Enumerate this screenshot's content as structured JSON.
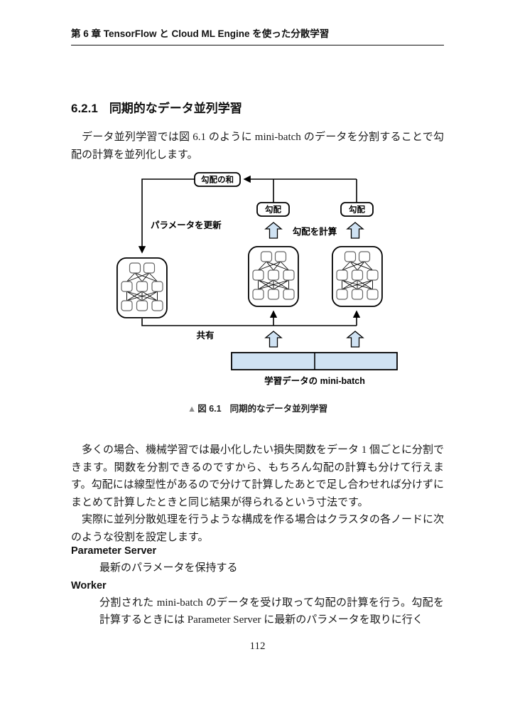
{
  "page": {
    "header": "第 6 章 TensorFlow と Cloud ML Engine を使った分散学習",
    "page_number": "112"
  },
  "section": {
    "number": "6.2.1",
    "title": "同期的なデータ並列学習"
  },
  "paragraphs": {
    "intro": "データ並列学習では図 6.1 のように mini-batch のデータを分割することで勾配の計算を並列化します。",
    "body1": "多くの場合、機械学習では最小化したい損失関数をデータ 1 個ごとに分割できます。関数を分割できるのですから、もちろん勾配の計算も分けて行えます。勾配には線型性があるので分けて計算したあとで足し合わせれば分けずにまとめて計算したときと同じ結果が得られるという寸法です。",
    "body2": "実際に並列分散処理を行うような構成を作る場合はクラスタの各ノードに次のような役割を設定します。"
  },
  "figure": {
    "caption_marker": "▲",
    "caption_label": "図 6.1",
    "caption_title": "同期的なデータ並列学習",
    "labels": {
      "gradient_sum": "勾配の和",
      "gradient": "勾配",
      "update_params": "パラメータを更新",
      "compute_gradient": "勾配を計算",
      "share": "共有",
      "minibatch": "学習データの mini-batch"
    },
    "colors": {
      "arrow_fill": "#cfe2f3",
      "bar_fill": "#cfe2f3",
      "line": "#000000"
    }
  },
  "definitions": [
    {
      "term": "Parameter Server",
      "description": "最新のパラメータを保持する"
    },
    {
      "term": "Worker",
      "description": "分割された mini-batch のデータを受け取って勾配の計算を行う。勾配を計算するときには Parameter Server に最新のパラメータを取りに行く"
    }
  ]
}
